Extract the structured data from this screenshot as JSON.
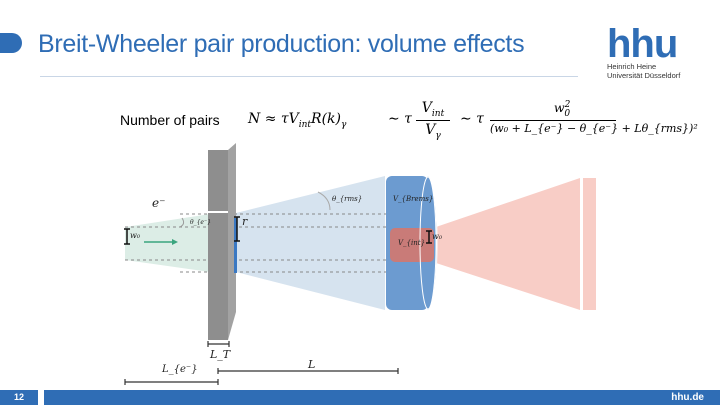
{
  "slide": {
    "title": "Breit-Wheeler pair production: volume effects",
    "page_number": "12",
    "footer_url": "hhu.de"
  },
  "logo": {
    "wordmark": "hhu",
    "line1": "Heinrich Heine",
    "line2": "Universität Düsseldorf"
  },
  "formula": {
    "label": "Number of pairs",
    "lhs": "N ≈ τV",
    "lhs_sub": "int",
    "r_k": "R(k)",
    "r_sub": "γ",
    "sim1": "∼ τ",
    "frac1_num": "V",
    "frac1_num_sub": "int",
    "frac1_den": "V",
    "frac1_den_sub": "γ",
    "sim2": "∼ τ",
    "frac2_num": "w",
    "frac2_num_sub": "0",
    "frac2_num_sup": "2",
    "frac2_den": "(w₀ + L_{e⁻} − θ_{e⁻} + Lθ_{rms})²"
  },
  "diagram": {
    "electron": "e⁻",
    "w0_left": "w₀",
    "theta_e": "θ_{e⁻}",
    "r": "r",
    "theta_rms": "θ_{rms}",
    "v_brems": "V_{Brems}",
    "v_int": "V_{int}",
    "w0_right": "w₀",
    "lt": "L_T",
    "l": "L",
    "le": "L_{e⁻}",
    "colors": {
      "electron_beam": "#dcede6",
      "target": "#8e8e8e",
      "gamma_cone": "#d6e3ef",
      "brems_volume": "#6c9bd0",
      "interaction": "#c97b78",
      "laser": "#f8cdc6"
    }
  }
}
